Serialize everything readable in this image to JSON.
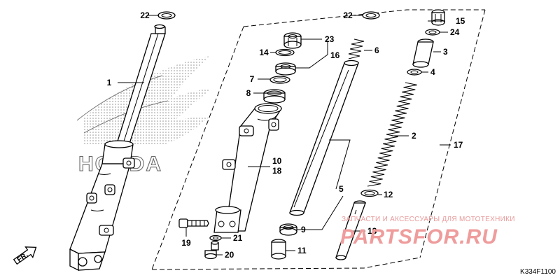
{
  "watermark": {
    "caption": "ЗАПЧАСТИ И АКСЕССУАРЫ ДЛЯ МОТОТЕХНИКИ",
    "logo": "PARTSFOR.RU"
  },
  "brand_mark": {
    "text": "HONDA",
    "icon": "wing-logo-icon"
  },
  "direction_marker": {
    "text": "FR.",
    "icon": "forward-arrow-icon"
  },
  "diagram_code": "K334F1100",
  "callouts": {
    "c1": "1",
    "c2": "2",
    "c3": "3",
    "c4": "4",
    "c5": "5",
    "c6": "6",
    "c7": "7",
    "c8": "8",
    "c9": "9",
    "c10": "10",
    "c11": "11",
    "c12": "12",
    "c13": "13",
    "c14": "14",
    "c15": "15",
    "c16": "16",
    "c17": "17",
    "c18": "18",
    "c19": "19",
    "c20": "20",
    "c21": "21",
    "c22a": "22",
    "c22b": "22",
    "c23": "23",
    "c24": "24"
  },
  "colors": {
    "line": "#000000",
    "watermark": "#e79a9a",
    "brand": "#6a6a6a"
  }
}
